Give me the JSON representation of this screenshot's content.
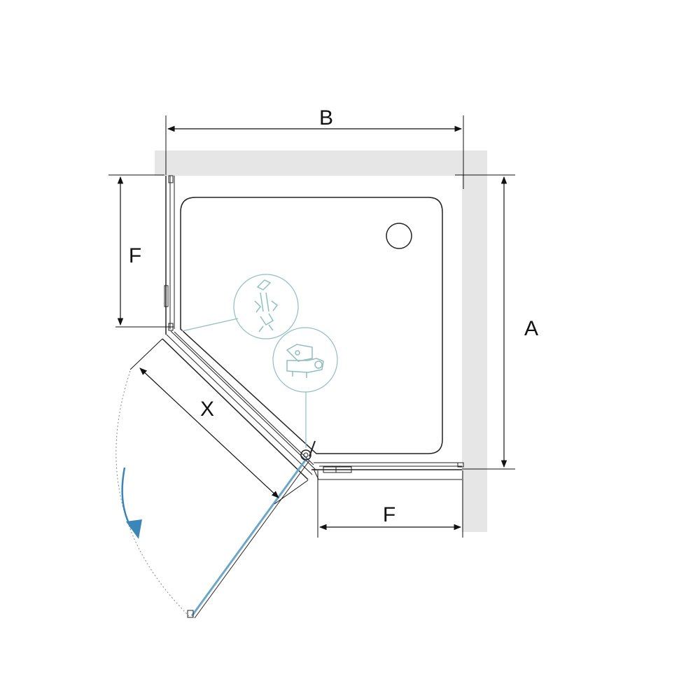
{
  "labels": {
    "width": "B",
    "depth": "A",
    "side_left": "F",
    "side_bottom": "F",
    "door": "X"
  },
  "icons": {
    "hinge_profile_detail": "hinge-profile-detail-icon",
    "door_handle_detail": "door-handle-detail-icon",
    "drain": "drain-icon",
    "swing_arrow": "door-swing-arrow-icon"
  },
  "colors": {
    "wall": "#e6e6e6",
    "line": "#222222",
    "detail": "#8fbfbf",
    "arrow": "#3a86b8",
    "glass": "#6aa7c8"
  }
}
